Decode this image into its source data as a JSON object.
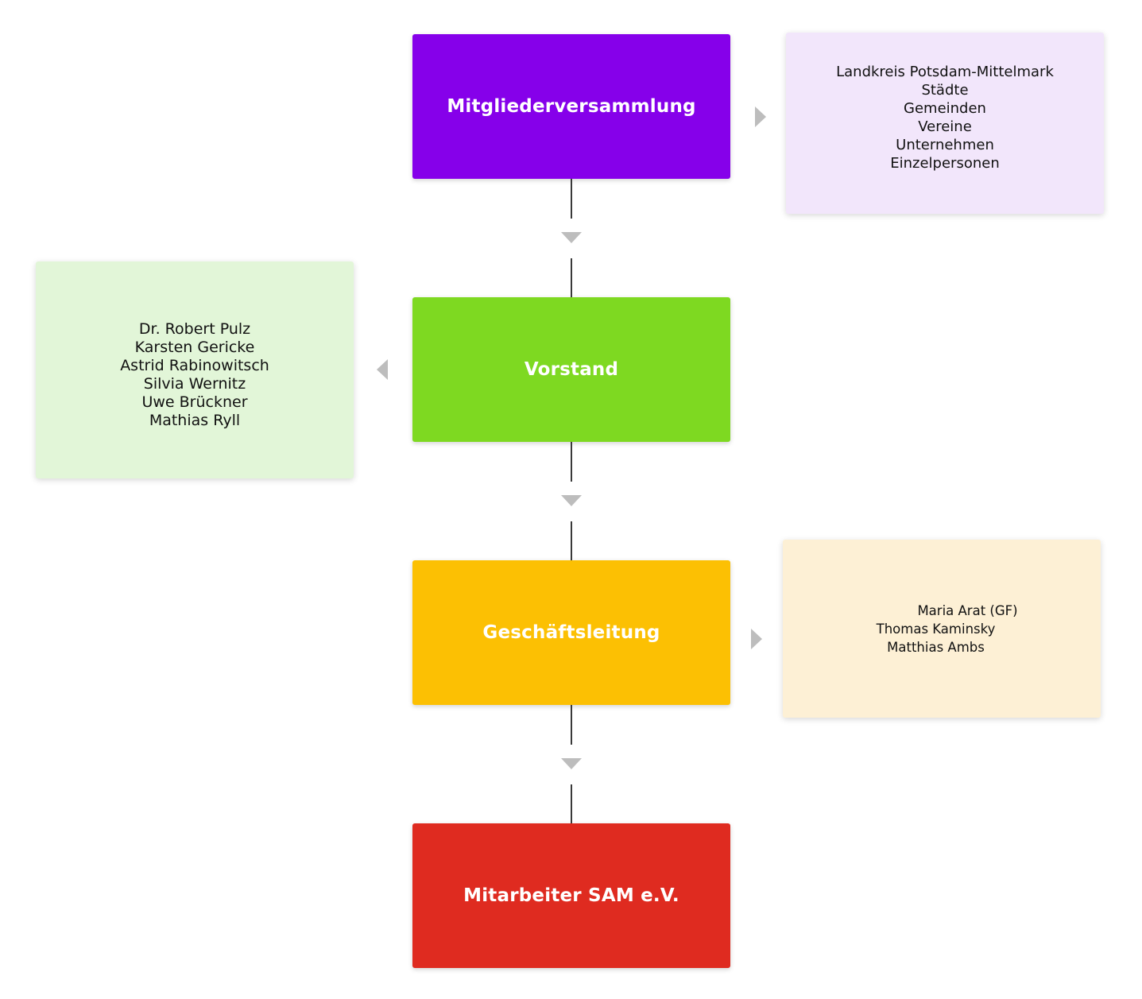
{
  "boxes": {
    "mitgliederversammlung": {
      "label": "Mitgliederversammlung",
      "color": "#8600ea"
    },
    "vorstand": {
      "label": "Vorstand",
      "color": "#7ed921"
    },
    "geschaeftsleitung": {
      "label": "Geschäftsleitung",
      "color": "#fcc003"
    },
    "mitarbeiter": {
      "label": "Mitarbeiter SAM e.V.",
      "color": "#df2b20"
    }
  },
  "side_panels": {
    "members": {
      "color": "#f2e6fb",
      "lines": [
        "Landkreis Potsdam-Mittelmark",
        "Städte",
        "Gemeinden",
        "Vereine",
        "Unternehmen",
        "Einzelpersonen"
      ]
    },
    "board": {
      "color": "#e2f6d8",
      "lines": [
        "Dr. Robert Pulz",
        "Karsten Gericke",
        "Astrid Rabinowitsch",
        "Silvia Wernitz",
        "Uwe Brückner",
        "Mathias Ryll"
      ]
    },
    "management": {
      "color": "#fdf0d5",
      "lines": [
        "Maria Arat (GF)",
        "Thomas Kaminsky",
        "Matthias Ambs"
      ]
    }
  },
  "connector_color": "#3a3a3a",
  "arrow_color": "#bdbdbd"
}
